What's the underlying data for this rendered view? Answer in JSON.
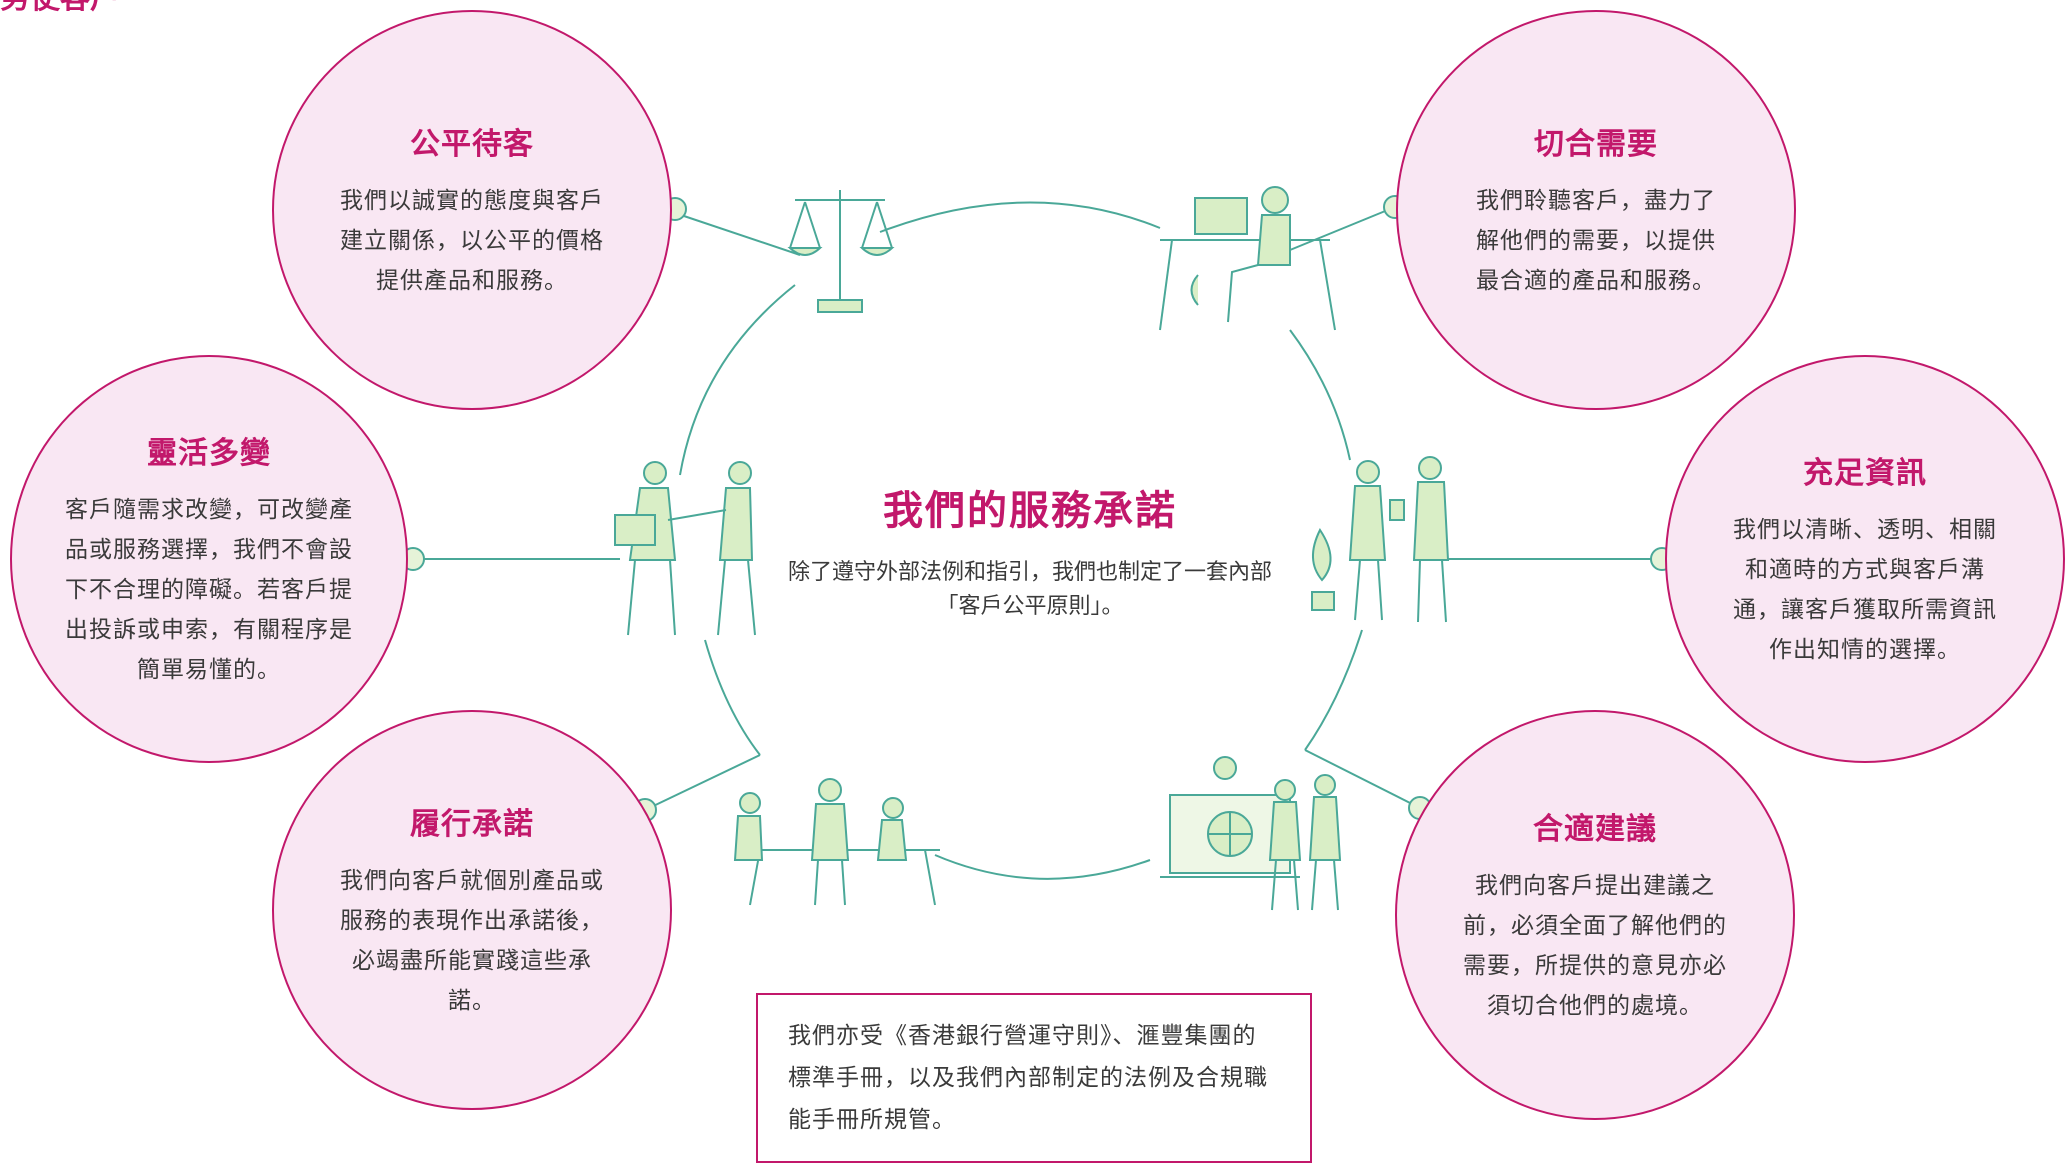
{
  "corner_text": "务使客户",
  "center": {
    "title": "我們的服務承諾",
    "body": "除了遵守外部法例和指引，我們也制定了一套內部「客戶公平原則」。"
  },
  "circles": [
    {
      "title": "公平待客",
      "body": "我們以誠實的態度與客戶建立關係，以公平的價格提供產品和服務。"
    },
    {
      "title": "切合需要",
      "body": "我們聆聽客戶，盡力了解他們的需要，以提供最合適的產品和服務。"
    },
    {
      "title": "靈活多變",
      "body": "客戶隨需求改變，可改變產品或服務選擇，我們不會設下不合理的障礙。若客戶提出投訴或申索，有關程序是簡單易懂的。"
    },
    {
      "title": "充足資訊",
      "body": "我們以清晰、透明、相關和適時的方式與客戶溝通，讓客戶獲取所需資訊作出知情的選擇。"
    },
    {
      "title": "履行承諾",
      "body": "我們向客戶就個別產品或服務的表現作出承諾後，必竭盡所能實踐這些承諾。"
    },
    {
      "title": "合適建議",
      "body": "我們向客戶提出建議之前，必須全面了解他們的需要，所提供的意見亦必須切合他們的處境。"
    }
  ],
  "note": "我們亦受《香港銀行營運守則》、滙豐集團的標準手冊，以及我們內部制定的法例及合規職能手冊所規管。",
  "colors": {
    "accent": "#c2186b",
    "circle_fill": "#f9e7f3",
    "line": "#4aa898",
    "illus": "#9fcfb8"
  }
}
